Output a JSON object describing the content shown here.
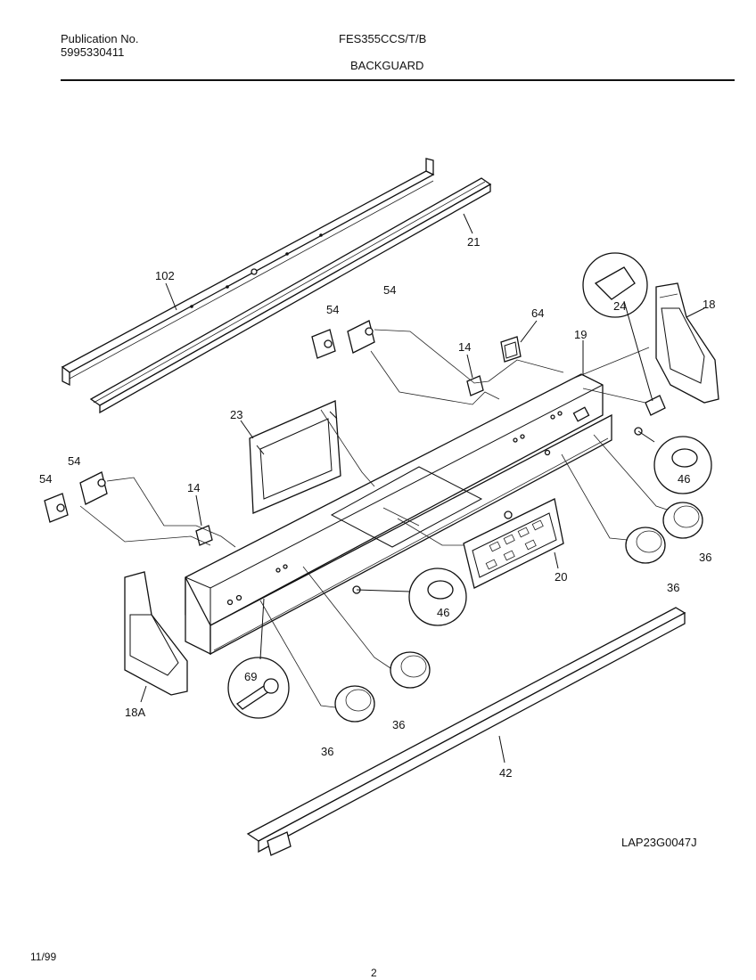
{
  "header": {
    "pub_label": "Publication No.",
    "pub_number": "5995330411",
    "model": "FES355CCS/T/B",
    "section": "BACKGUARD"
  },
  "footer": {
    "date": "11/99",
    "page": "2",
    "drawing_code": "LAP23G0047J"
  },
  "callouts": {
    "c102": "102",
    "c21": "21",
    "c54a": "54",
    "c54b": "54",
    "c54c": "54",
    "c54d": "54",
    "c14a": "14",
    "c14b": "14",
    "c64": "64",
    "c19": "19",
    "c24": "24",
    "c18": "18",
    "c23": "23",
    "c46a": "46",
    "c46b": "46",
    "c36a": "36",
    "c36b": "36",
    "c36c": "36",
    "c36d": "36",
    "c20": "20",
    "c69": "69",
    "c18a": "18A",
    "c42": "42"
  }
}
